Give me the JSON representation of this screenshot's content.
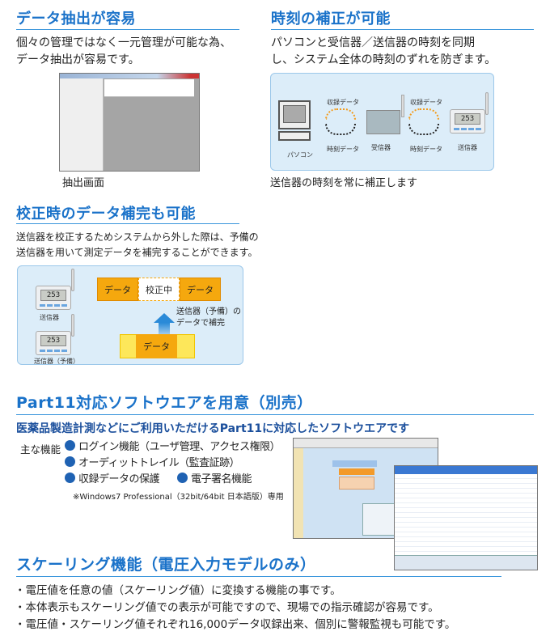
{
  "sec1": {
    "title": "データ抽出が容易",
    "text": [
      "個々の管理ではなく一元管理が可能な為、",
      "データ抽出が容易です。"
    ],
    "caption": "抽出画面"
  },
  "sec2": {
    "title": "時刻の補正が可能",
    "text": [
      "パソコンと受信器／送信器の時刻を同期",
      "し、システム全体の時刻のずれを防ぎます。"
    ],
    "diagram": {
      "pc": "パソコン",
      "receiver": "受信器",
      "transmitter": "送信器",
      "rec_data": "収録データ",
      "time_data": "時刻データ",
      "lcd": "253"
    },
    "caption": "送信器の時刻を常に補正します"
  },
  "sec3": {
    "title": "校正時のデータ補完も可能",
    "text": [
      "送信器を校正するためシステムから外した際は、予備の",
      "送信器を用いて測定データを補完することができます。"
    ],
    "diagram": {
      "transmitter": "送信器",
      "spare": "送信器（予備）",
      "data": "データ",
      "calibrating": "校正中",
      "note": [
        "送信器（予備）の",
        "データで補完"
      ],
      "lcd": "253"
    }
  },
  "sec4": {
    "title": "Part11対応ソフトウエアを用意（別売）",
    "subtitle": "医薬品製造計測などにご利用いただけるPart11に対応したソフトウエアです",
    "features_label": "主な機能",
    "features": [
      "ログイン機能（ユーザ管理、アクセス権限）",
      "オーディットトレイル（監査証跡）",
      "収録データの保護",
      "電子署名機能"
    ],
    "note": "※Windows7 Professional（32bit/64bit 日本語版）専用"
  },
  "sec5": {
    "title": "スケーリング機能（電圧入力モデルのみ）",
    "bullets": [
      "・電圧値を任意の値（スケーリング値）に変換する機能の事です。",
      "・本体表示もスケーリング値での表示が可能ですので、現場での指示確認が容易です。",
      "・電圧値・スケーリング値それぞれ16,000データ収録出来、個別に警報監視も可能です。"
    ]
  }
}
